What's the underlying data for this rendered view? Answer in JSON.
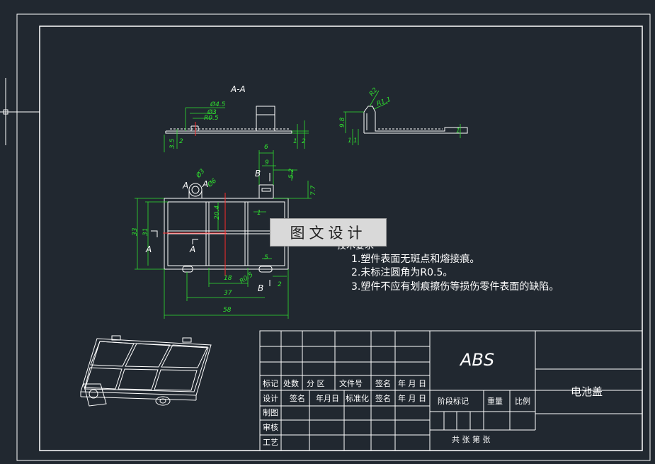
{
  "drawing": {
    "section_label": "A-A",
    "view_a_left": "A",
    "view_a_right": "A",
    "view_b_top": "B",
    "view_b_bottom": "B",
    "dims": {
      "d45": "Ø4.5",
      "d3": "Ø3",
      "r05_left": "R0.5",
      "v35": "3.5",
      "v2a": "2",
      "v1a": "1",
      "v2b": "2",
      "r2": "R2",
      "r11": "R1.1",
      "v98": "9.8",
      "v1b": "1",
      "v18c": "1",
      "v1c": "1",
      "w6": "6",
      "w9": "9",
      "w52": "5.2",
      "w77": "7.7",
      "d3b": "Ø3",
      "d6": "Ø6",
      "h33": "33",
      "h31": "31",
      "h204": "20.4",
      "w1": "1",
      "w5": "5",
      "r05b": "R0.5",
      "w18": "18",
      "w37": "37",
      "w58": "58",
      "v2c": "2"
    },
    "requirements": {
      "title": "技术要求",
      "items": [
        "1.塑件表面无斑点和熔接痕。",
        "2.未标注圆角为R0.5。",
        "3.塑件不应有划痕擦伤等损伤零件表面的缺陷。"
      ]
    }
  },
  "watermark": "图文设计",
  "title_block": {
    "material": "ABS",
    "part_name": "电池盖",
    "row_labels_1": [
      "标记",
      "处数",
      "分 区",
      "文件号",
      "签名",
      "年 月 日"
    ],
    "row_labels_2": [
      "设计",
      "签名",
      "年月日",
      "标准化",
      "签名",
      "年 月 日"
    ],
    "side_labels": [
      "制图",
      "审核",
      "工艺"
    ],
    "stage_label": "阶段标记",
    "weight_label": "重量",
    "scale_label": "比例",
    "sheet_label": "共  张 第  张"
  },
  "colors": {
    "background": "#212830",
    "line": "#ffffff",
    "dimension": "#2fe02f",
    "centerline": "#ff2a2a"
  }
}
